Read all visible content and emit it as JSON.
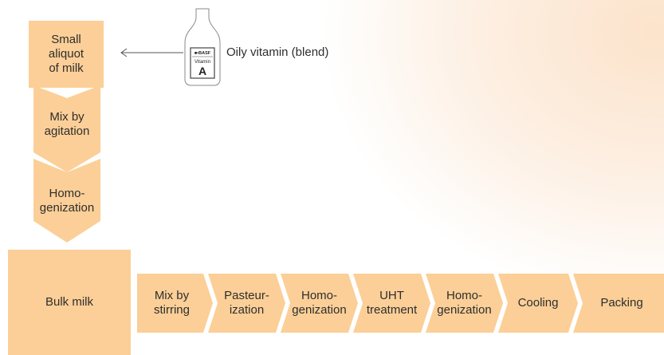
{
  "diagram": {
    "vertical_steps": [
      {
        "label": "Small\naliquot\nof milk"
      },
      {
        "label": "Mix by\nagitation"
      },
      {
        "label": "Homo-\ngenization"
      }
    ],
    "bulk": {
      "label": "Bulk milk"
    },
    "process_steps": [
      {
        "label": "Mix by\nstirring"
      },
      {
        "label": "Pasteur-\nization"
      },
      {
        "label": "Homo-\ngenization"
      },
      {
        "label": "UHT\ntreatment"
      },
      {
        "label": "Homo-\ngenization"
      },
      {
        "label": "Cooling"
      },
      {
        "label": "Packing"
      }
    ],
    "bottle": {
      "brand": "■•BASF",
      "line1": "Vitamin",
      "line2": "A"
    },
    "additive_label": "Oily vitamin (blend)",
    "colors": {
      "shape_fill": "#fbcf97",
      "text": "#2e2e2e"
    }
  }
}
